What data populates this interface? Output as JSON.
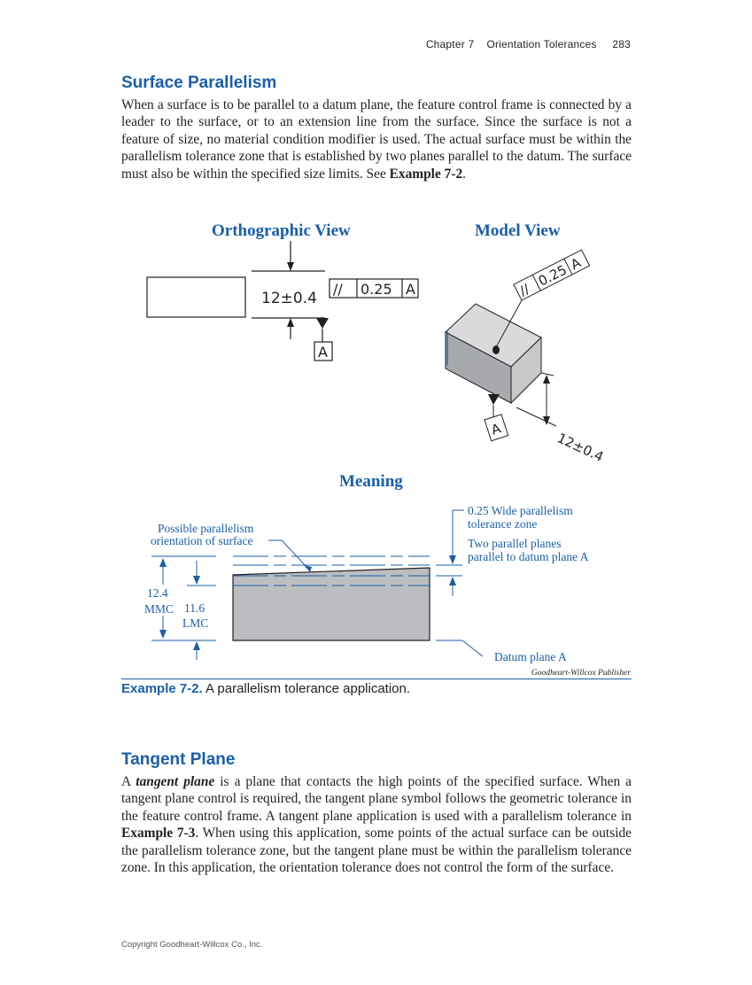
{
  "header": {
    "chapter": "Chapter 7",
    "section": "Orientation Tolerances",
    "page_number": "283"
  },
  "section1": {
    "title": "Surface Parallelism",
    "body": "When a surface is to be parallel to a datum plane, the feature control frame is connected by a leader to the surface, or to an extension line from the surface. Since the surface is not a feature of size, no material condition modifier is used. The actual surface must be within the parallelism tolerance zone that is established by two planes parallel to the datum. The surface must also be within the specified size limits. See ",
    "body_ref": "Example 7-2",
    "body_end": "."
  },
  "figure": {
    "ortho_title": "Orthographic View",
    "model_title": "Model View",
    "meaning_title": "Meaning",
    "dimension": "12±0.4",
    "fcf_symbol": "//",
    "fcf_tolerance": "0.25",
    "fcf_datum": "A",
    "datum_label": "A",
    "model_dimension": "12±0.4",
    "label_possible_1": "Possible parallelism",
    "label_possible_2": "orientation of surface",
    "label_zone_1": "0.25 Wide parallelism",
    "label_zone_2": "tolerance zone",
    "label_planes_1": "Two parallel planes",
    "label_planes_2": "parallel to datum plane A",
    "label_mmc_1": "12.4",
    "label_mmc_2": "MMC",
    "label_lmc_1": "11.6",
    "label_lmc_2": "LMC",
    "label_datum_plane": "Datum plane A",
    "credit": "Goodheart-Willcox Publisher"
  },
  "caption": {
    "number": "Example 7-2.",
    "text": " A parallelism tolerance application."
  },
  "section2": {
    "title": "Tangent Plane",
    "p1": "A ",
    "term": "tangent plane",
    "p2": " is a plane that contacts the high points of the specified surface. When a tangent plane control is required, the tangent plane symbol follows the geometric tolerance in the feature control frame. A tangent plane application is used with a parallelism tolerance in ",
    "ref": "Example 7-3",
    "p3": ". When using this application, some points of the actual surface can be outside the parallelism tolerance zone, but the tangent plane must be within the parallelism tolerance zone. In this application, the orientation tolerance does not control the form of the surface."
  },
  "footer": {
    "copyright": "Copyright Goodheart-Willcox Co., Inc."
  },
  "colors": {
    "accent": "#1a5fa8",
    "block_fill": "#bcbdc0",
    "text": "#231f20"
  }
}
